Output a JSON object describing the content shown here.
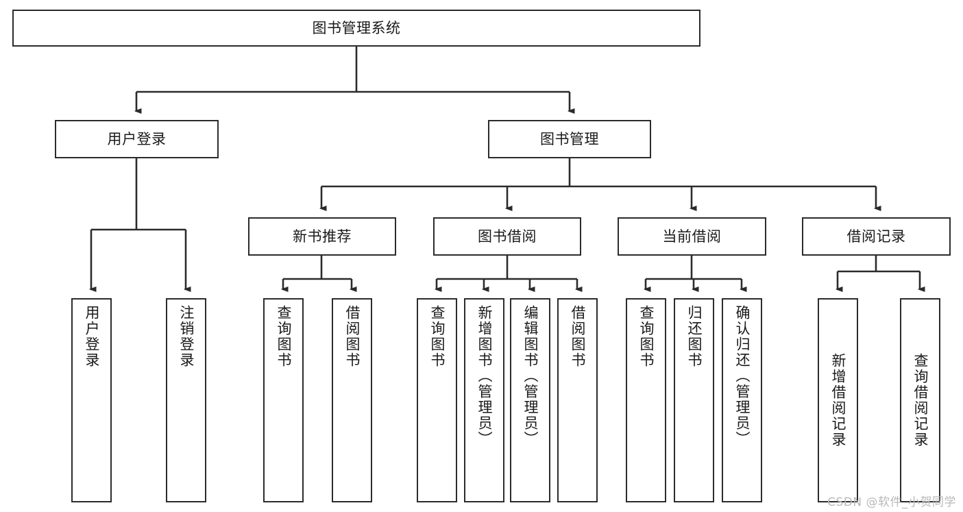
{
  "diagram": {
    "type": "tree",
    "title": "图书管理系统",
    "orientation": "top-down",
    "colors": {
      "node_border": "#2b2b2b",
      "node_fill": "#ffffff",
      "connector": "#2b2b2b",
      "text": "#1a1a1a",
      "watermark": "#b9b9b9",
      "background": "#ffffff"
    }
  },
  "root": {
    "label": "图书管理系统"
  },
  "level2": [
    {
      "label": "用户登录"
    },
    {
      "label": "图书管理"
    }
  ],
  "level3": [
    {
      "label": "新书推荐"
    },
    {
      "label": "图书借阅"
    },
    {
      "label": "当前借阅"
    },
    {
      "label": "借阅记录"
    }
  ],
  "leaves": {
    "user_login": [
      {
        "label": "用户登录"
      },
      {
        "label": "注销登录"
      }
    ],
    "new_book_recommend": [
      {
        "label": "查询图书"
      },
      {
        "label": "借阅图书"
      }
    ],
    "book_borrow": [
      {
        "label": "查询图书"
      },
      {
        "label": "新增图书（管理员）"
      },
      {
        "label": "编辑图书（管理员）"
      },
      {
        "label": "借阅图书"
      }
    ],
    "current_borrow": [
      {
        "label": "查询图书"
      },
      {
        "label": "归还图书"
      },
      {
        "label": "确认归还（管理员）"
      }
    ],
    "borrow_record": [
      {
        "label": "新增借阅记录"
      },
      {
        "label": "查询借阅记录"
      }
    ]
  },
  "watermark": {
    "text": "CSDN @软件_小贺同学"
  }
}
